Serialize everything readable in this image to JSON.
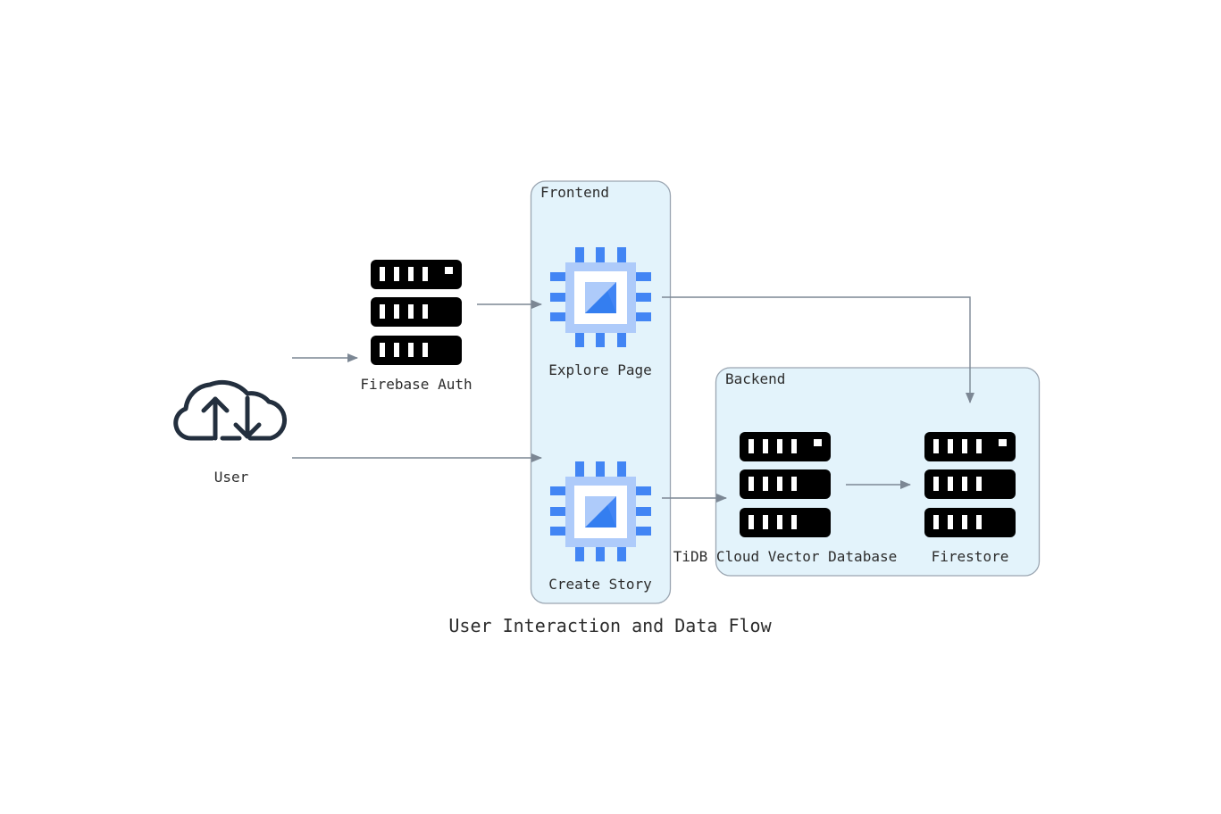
{
  "diagram": {
    "title": "User Interaction and Data Flow",
    "clusters": {
      "frontend": "Frontend",
      "backend": "Backend"
    },
    "nodes": {
      "user": {
        "label": "User",
        "icon": "cloud-upload-download-icon"
      },
      "firebase_auth": {
        "label": "Firebase Auth",
        "icon": "server-rack-icon"
      },
      "explore_page": {
        "label": "Explore Page",
        "icon": "compute-chip-icon"
      },
      "create_story": {
        "label": "Create Story",
        "icon": "compute-chip-icon"
      },
      "tidb": {
        "label": "TiDB Cloud Vector Database",
        "icon": "server-rack-icon"
      },
      "firestore": {
        "label": "Firestore",
        "icon": "server-rack-icon"
      }
    },
    "edges": [
      {
        "from": "User",
        "to": "Firebase Auth"
      },
      {
        "from": "User",
        "to": "Create Story"
      },
      {
        "from": "Firebase Auth",
        "to": "Explore Page"
      },
      {
        "from": "Explore Page",
        "to": "Firestore"
      },
      {
        "from": "Create Story",
        "to": "TiDB Cloud Vector Database"
      },
      {
        "from": "TiDB Cloud Vector Database",
        "to": "Firestore"
      }
    ],
    "colors": {
      "cluster_fill": "#e3f3fb",
      "cluster_border": "#9aa5b1",
      "edge": "#7c8794",
      "chip_dark": "#4285f4",
      "chip_light": "#aecbfa",
      "server": "#000000",
      "cloud_outline": "#232f3e"
    }
  }
}
